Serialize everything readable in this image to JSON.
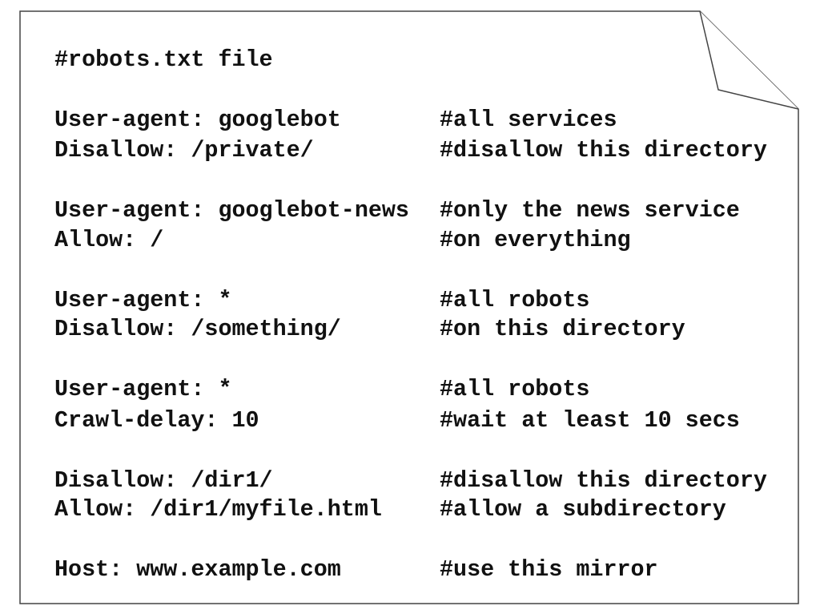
{
  "header_comment": "#robots.txt file",
  "groups": [
    {
      "lines": [
        {
          "directive": "User-agent: googlebot",
          "comment": "#all services"
        },
        {
          "directive": "Disallow: /private/",
          "comment": "#disallow this directory"
        }
      ]
    },
    {
      "lines": [
        {
          "directive": "User-agent: googlebot-news",
          "comment": "#only the news service"
        },
        {
          "directive": "Allow: /",
          "comment": "#on everything"
        }
      ]
    },
    {
      "lines": [
        {
          "directive": "User-agent: *",
          "comment": "#all robots"
        },
        {
          "directive": "Disallow: /something/",
          "comment": "#on this directory"
        }
      ]
    },
    {
      "lines": [
        {
          "directive": "User-agent: *",
          "comment": "#all robots"
        },
        {
          "directive": "Crawl-delay: 10",
          "comment": "#wait at least 10 secs"
        }
      ]
    },
    {
      "lines": [
        {
          "directive": "Disallow: /dir1/",
          "comment": "#disallow this directory"
        },
        {
          "directive": "Allow: /dir1/myfile.html",
          "comment": "#allow a subdirectory"
        }
      ]
    },
    {
      "lines": [
        {
          "directive": "Host: www.example.com",
          "comment": "#use this mirror"
        }
      ]
    }
  ],
  "colors": {
    "text": "#111111",
    "border": "#444444",
    "paper": "#ffffff"
  }
}
